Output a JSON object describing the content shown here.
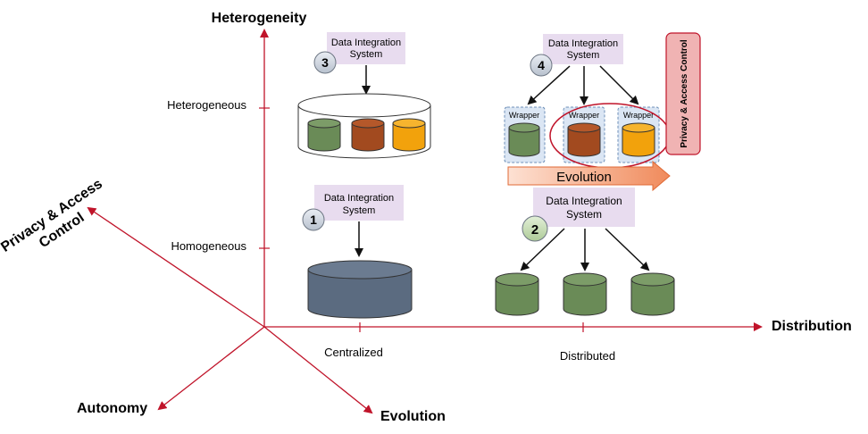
{
  "axes": {
    "vertical": "Heterogeneity",
    "horizontal": "Distribution",
    "diag_up": "Privacy & Access Control",
    "diag_up_line1": "Privacy & Access",
    "diag_up_line2": "Control",
    "diag_left": "Autonomy",
    "diag_down": "Evolution"
  },
  "ticks": {
    "heterogeneous": "Heterogeneous",
    "homogeneous": "Homogeneous",
    "centralized": "Centralized",
    "distributed": "Distributed"
  },
  "systems": {
    "label_line1": "Data Integration",
    "label_line2": "System",
    "n1": "1",
    "n2": "2",
    "n3": "3",
    "n4": "4"
  },
  "wrapper": "Wrapper",
  "evolution_arrow": "Evolution",
  "privacy_box": "Privacy & Access Control",
  "colors": {
    "axis": "#c0142a",
    "label_bg": "#e8dcef",
    "db_green": "#6a8b57",
    "db_brown": "#a24a1f",
    "db_orange": "#f2a20c",
    "db_slate": "#5b6b80",
    "wrapper_bg": "#dbe6f4",
    "privacy_bg": "#f0b3b3"
  }
}
